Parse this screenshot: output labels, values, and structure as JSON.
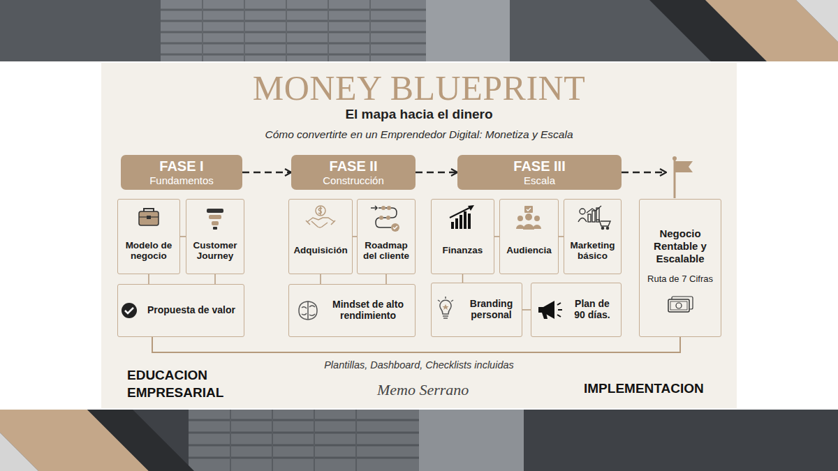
{
  "diagram": {
    "title": "MONEY BLUEPRINT",
    "nodes": [
      {
        "text": [
          "FASE I",
          "Fundamentos"
        ]
      },
      {
        "text": [
          "Modelo de negocio"
        ]
      },
      {
        "text": [
          "Customer Journey"
        ]
      },
      {
        "text": [
          "Propuesta de valor"
        ]
      },
      {
        "text": [
          "FASE II",
          "Construcción"
        ]
      },
      {
        "text": [
          "Adquisición"
        ]
      },
      {
        "text": [
          "Roadmap del cliente"
        ]
      },
      {
        "text": [
          "Mindset de alto rendimiento"
        ]
      },
      {
        "text": [
          "FASE III",
          "Escala"
        ]
      },
      {
        "text": [
          "Finanzas"
        ]
      },
      {
        "text": [
          "Audiencia"
        ]
      },
      {
        "text": [
          "Marketing básico"
        ]
      },
      {
        "text": [
          "Branding personal"
        ]
      },
      {
        "text": [
          "Plan de 90 días."
        ]
      },
      {
        "text": [
          "Negocio Rentable y Escalable",
          "Ruta de 7 Cifras"
        ]
      }
    ],
    "edges": [
      {
        "from": 0,
        "to": 4,
        "arrow": "to"
      },
      {
        "from": 4,
        "to": 8,
        "arrow": "to"
      },
      {
        "from": 1,
        "to": 2,
        "arrow": "none"
      },
      {
        "from": 1,
        "to": 3,
        "arrow": "none"
      },
      {
        "from": 2,
        "to": 3,
        "arrow": "none"
      },
      {
        "from": 5,
        "to": 6,
        "arrow": "none"
      },
      {
        "from": 5,
        "to": 7,
        "arrow": "none"
      },
      {
        "from": 6,
        "to": 7,
        "arrow": "none"
      },
      {
        "from": 9,
        "to": 10,
        "arrow": "none"
      },
      {
        "from": 10,
        "to": 11,
        "arrow": "none"
      },
      {
        "from": 9,
        "to": 12,
        "arrow": "none"
      },
      {
        "from": 12,
        "to": 13,
        "arrow": "none"
      },
      {
        "from": 3,
        "to": 14,
        "arrow": "none"
      }
    ],
    "labels": [
      "El mapa hacia el dinero",
      "Cómo convertirte en un Emprendedor Digital: Monetiza y Escala",
      "Plantillas, Dashboard, Checklists incluidas",
      "EDUCACION EMPRESARIAL",
      "Memo Serrano",
      "IMPLEMENTACION"
    ]
  }
}
